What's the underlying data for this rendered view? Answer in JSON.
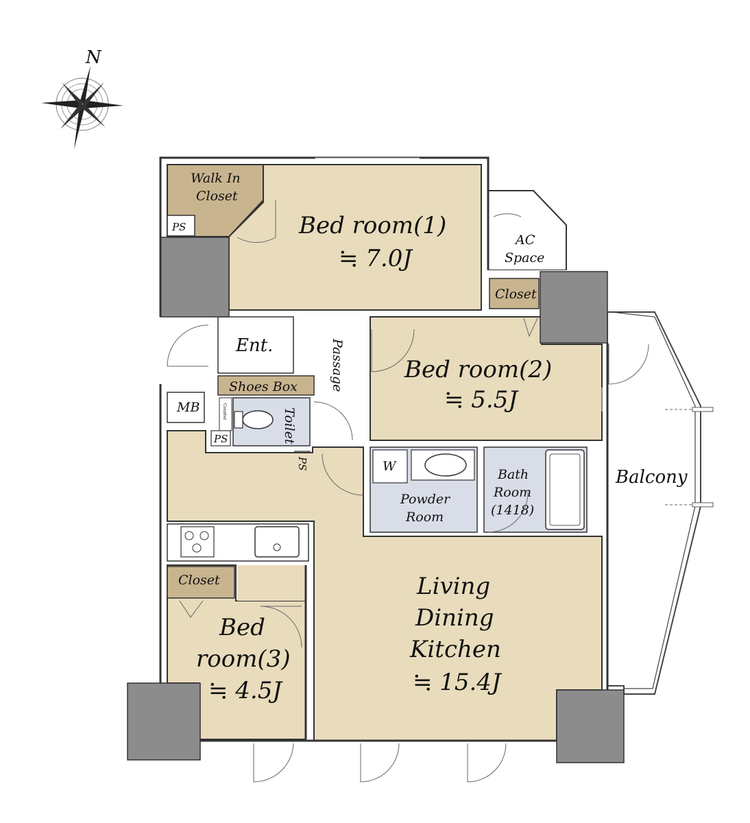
{
  "compass": {
    "north_label": "N"
  },
  "rooms": {
    "bedroom1": {
      "name": "Bed room(1)",
      "size": "≒ 7.0J"
    },
    "bedroom2": {
      "name": "Bed room(2)",
      "size": "≒ 5.5J"
    },
    "bedroom3": {
      "name_line1": "Bed",
      "name_line2": "room(3)",
      "size": "≒ 4.5J"
    },
    "ldk": {
      "line1": "Living",
      "line2": "Dining",
      "line3": "Kitchen",
      "size": "≒ 15.4J"
    },
    "walk_in_closet": {
      "line1": "Walk In",
      "line2": "Closet"
    },
    "ac_space": {
      "line1": "AC",
      "line2": "Space"
    },
    "closet_bed1": {
      "name": "Closet"
    },
    "closet_bed3": {
      "name": "Closet"
    },
    "entrance": {
      "name": "Ent."
    },
    "passage": {
      "name": "Passage"
    },
    "shoes_box": {
      "name": "Shoes Box"
    },
    "toilet": {
      "name": "Toilet"
    },
    "counter": {
      "name": "Counter"
    },
    "mb": {
      "name": "MB"
    },
    "ps_1": {
      "name": "PS"
    },
    "ps_2": {
      "name": "PS"
    },
    "ps_3": {
      "name": "PS"
    },
    "washer": {
      "name": "W"
    },
    "powder_room": {
      "line1": "Powder",
      "line2": "Room"
    },
    "bath_room": {
      "line1": "Bath",
      "line2": "Room",
      "line3": "(1418)"
    },
    "balcony": {
      "name": "Balcony"
    }
  },
  "colors": {
    "room_fill": "#e8dcbc",
    "closet_fill": "#c8b48f",
    "wet_fill": "#d9dde8",
    "column_fill": "#8c8c8c",
    "floor_white": "#ffffff"
  }
}
